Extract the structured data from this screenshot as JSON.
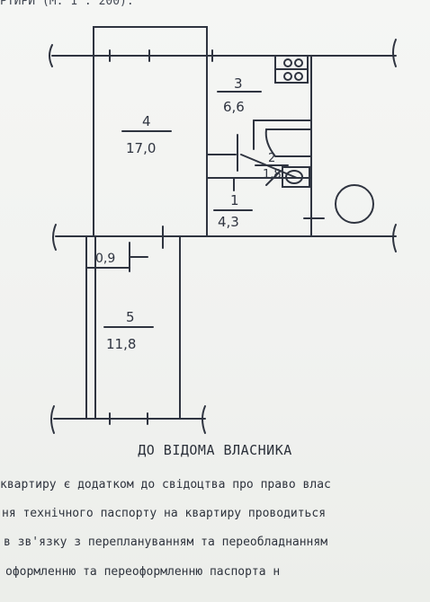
{
  "header": {
    "scale_fragment": "РТИРИ (М. 1 : 200)."
  },
  "rooms": [
    {
      "number": "4",
      "area": "17,0"
    },
    {
      "number": "3",
      "area": "6,6"
    },
    {
      "number": "2",
      "area": "1,8"
    },
    {
      "number": "1",
      "area": "4,3"
    },
    {
      "number": "5",
      "area": "11,8"
    },
    {
      "number": "",
      "area": "0,9"
    }
  ],
  "notice": {
    "title": "ДО ВІДОМА ВЛАСНИКА",
    "lines": [
      "квартиру є додатком до свідоцтва про право влас",
      "ня технічного паспорту на квартиру проводиться",
      "в зв'язку з переплануванням та переобладнанням",
      "оформленню та переоформленню паспорта н"
    ]
  },
  "colors": {
    "ink": "#2f3440",
    "paper": "#f3f4f2"
  }
}
